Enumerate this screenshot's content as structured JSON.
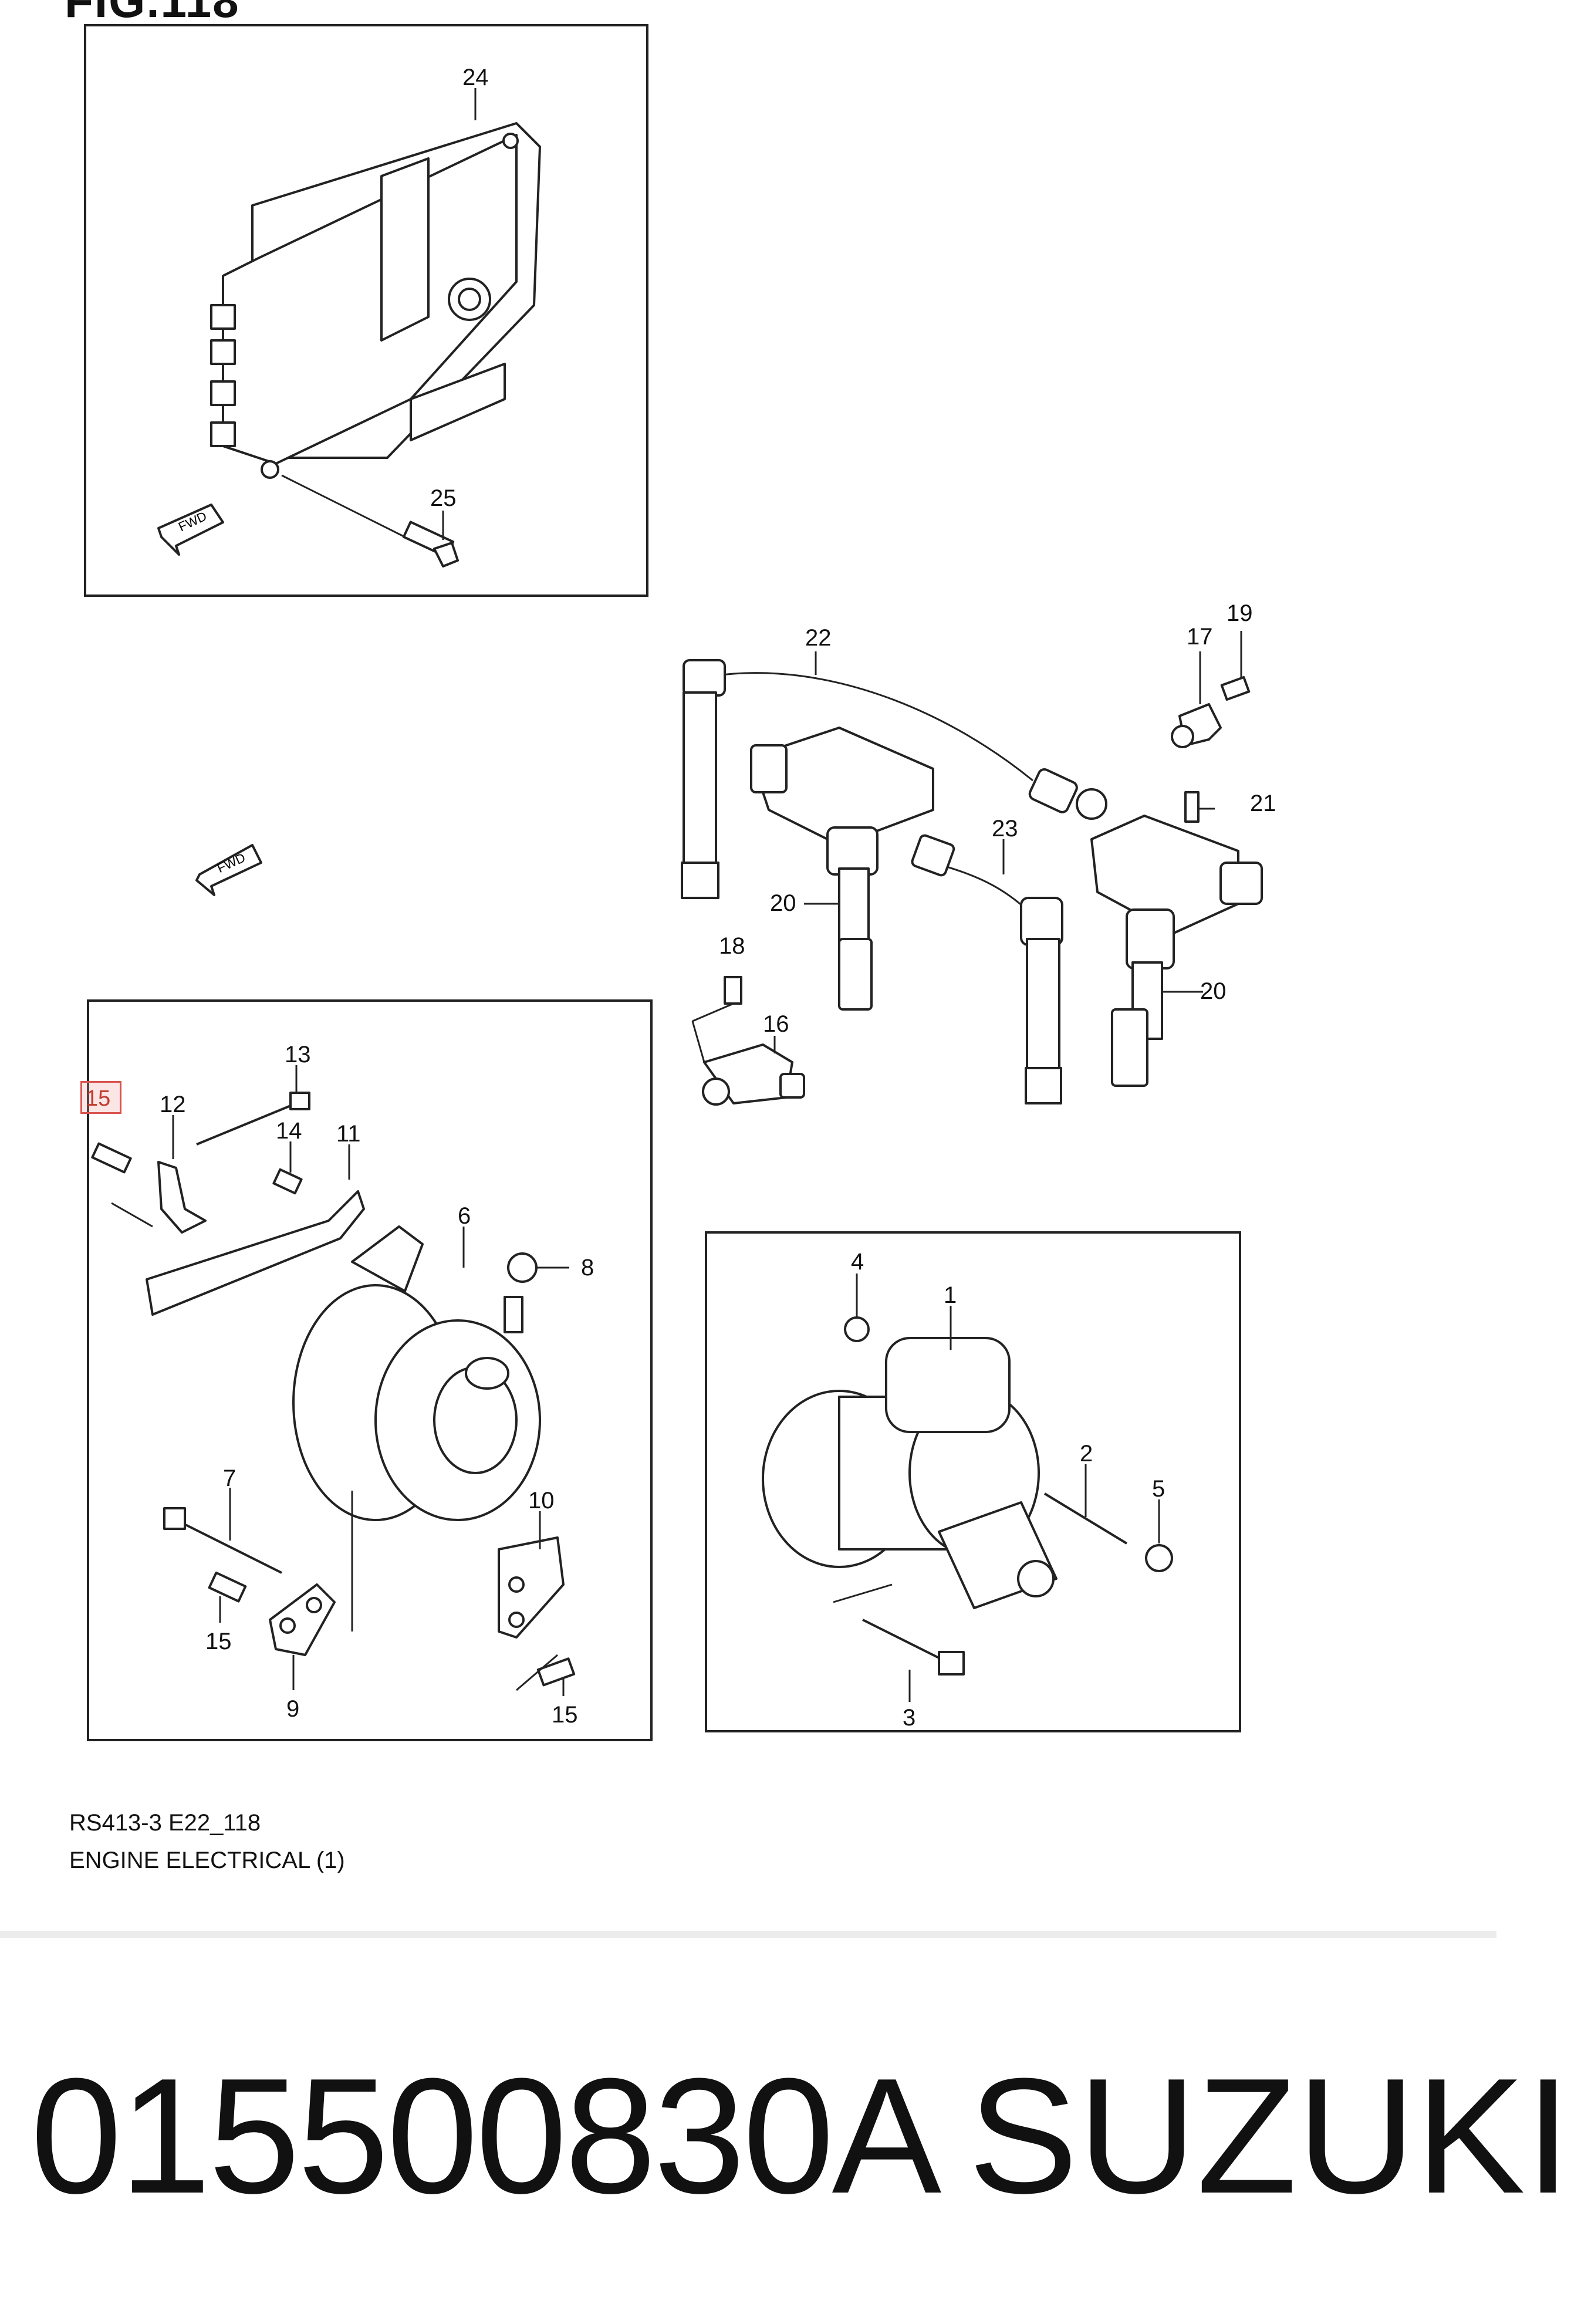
{
  "figure": {
    "title": "FIG.118",
    "caption_code": "RS413-3 E22_118",
    "caption_title": "ENGINE ELECTRICAL (1)",
    "fwd_label": "FWD"
  },
  "callouts": {
    "c1": "1",
    "c2": "2",
    "c3": "3",
    "c4": "4",
    "c5": "5",
    "c6": "6",
    "c7": "7",
    "c8": "8",
    "c9": "9",
    "c10": "10",
    "c11": "11",
    "c12": "12",
    "c13": "13",
    "c14": "14",
    "c15a": "15",
    "c15b": "15",
    "c15c": "15",
    "c16": "16",
    "c17": "17",
    "c18": "18",
    "c19": "19",
    "c20a": "20",
    "c20b": "20",
    "c21": "21",
    "c22": "22",
    "c23": "23",
    "c24": "24",
    "c25": "25"
  },
  "product": {
    "part_number": "015500830A",
    "brand": "SUZUKI"
  },
  "highlight": {
    "label": "15",
    "color": "#d9534f"
  }
}
